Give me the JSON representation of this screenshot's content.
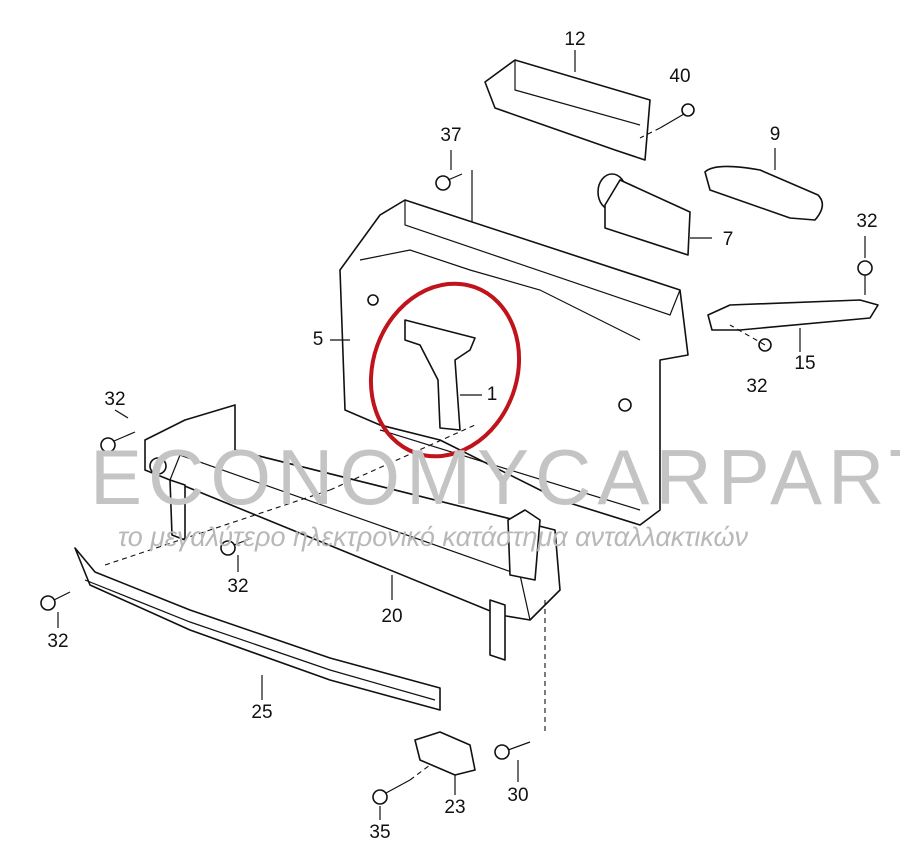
{
  "watermark": {
    "brand": "ECONOMYCARPARTS.GR",
    "tagline": "το μεγαλύτερο ηλεκτρονικό κατάστημα ανταλλακτικών"
  },
  "highlight": {
    "color": "#c0141c",
    "part": "1"
  },
  "labels": {
    "p12": "12",
    "p40": "40",
    "p37": "37",
    "p9": "9",
    "p7": "7",
    "p32a": "32",
    "p5": "5",
    "p1": "1",
    "p15": "15",
    "p32b": "32",
    "p32c": "32",
    "p32d": "32",
    "p32e": "32",
    "p20": "20",
    "p25": "25",
    "p23": "23",
    "p30": "30",
    "p35": "35"
  }
}
